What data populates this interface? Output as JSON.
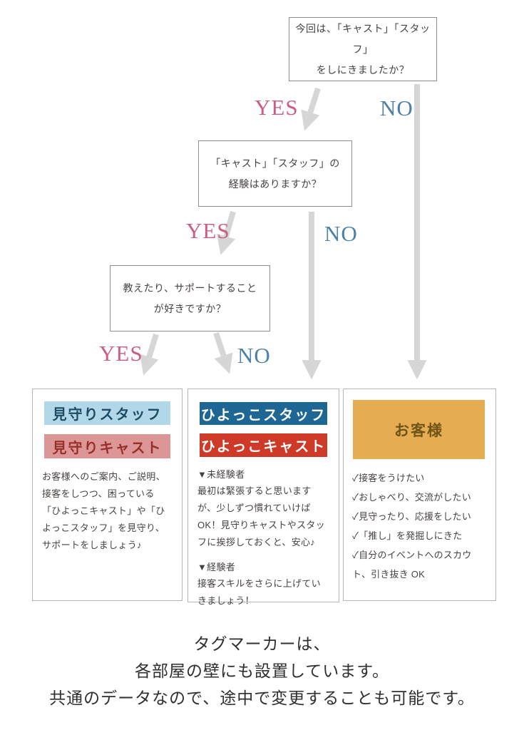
{
  "labels": {
    "yes": "YES",
    "no": "NO"
  },
  "colors": {
    "yes_text": "#cb5f83",
    "no_text": "#4c80a6",
    "arrow": "#d6d6d6",
    "mimamori_staff_bg": "#b2d7e9",
    "mimamori_staff_text": "#1d4c63",
    "mimamori_cast_bg": "#dc9695",
    "mimamori_cast_text": "#97302a",
    "hiyokko_staff_bg": "#1e6795",
    "hiyokko_cast_bg": "#cf3a28",
    "hiyokko_label_text": "#ffffff",
    "okyakusama_bg": "#e6ac52",
    "okyakusama_text": "#6f5418"
  },
  "questions": [
    {
      "line1": "今回は、「キャスト」「スタッフ」",
      "line2": "をしにきましたか？"
    },
    {
      "line1": "「キャスト」「スタッフ」の",
      "line2": "経験はありますか？"
    },
    {
      "line1": "教えたり、サポートすること",
      "line2": "が好きですか？"
    }
  ],
  "results": [
    {
      "tag1": "見守りスタッフ",
      "tag2": "見守りキャスト",
      "body": "お客様へのご案内、ご説明、接客をしつつ、困っている「ひよっこキャスト」や「ひよっこスタッフ」を見守り、サポートをしましょう♪"
    },
    {
      "tag1": "ひよっこスタッフ",
      "tag2": "ひよっこキャスト",
      "sections": [
        {
          "heading": "▼未経験者",
          "body": "最初は緊張すると思いますが、少しずつ慣れていけば OK！見守りキャストやスタッフに挨拶しておくと、安心♪"
        },
        {
          "heading": "▼経験者",
          "body": "接客スキルをさらに上げていきましょう！"
        }
      ]
    },
    {
      "tag": "お客様",
      "items": [
        "✓接客をうけたい",
        "✓おしゃべり、交流がしたい",
        "✓見守ったり、応援をしたい",
        "✓「推し」を発掘しにきた",
        "✓自分のイベントへのスカウト、引き抜き OK"
      ]
    }
  ],
  "footer": {
    "line1": "タグマーカーは、",
    "line2": "各部屋の壁にも設置しています。",
    "line3": "共通のデータなので、途中で変更することも可能です。"
  }
}
